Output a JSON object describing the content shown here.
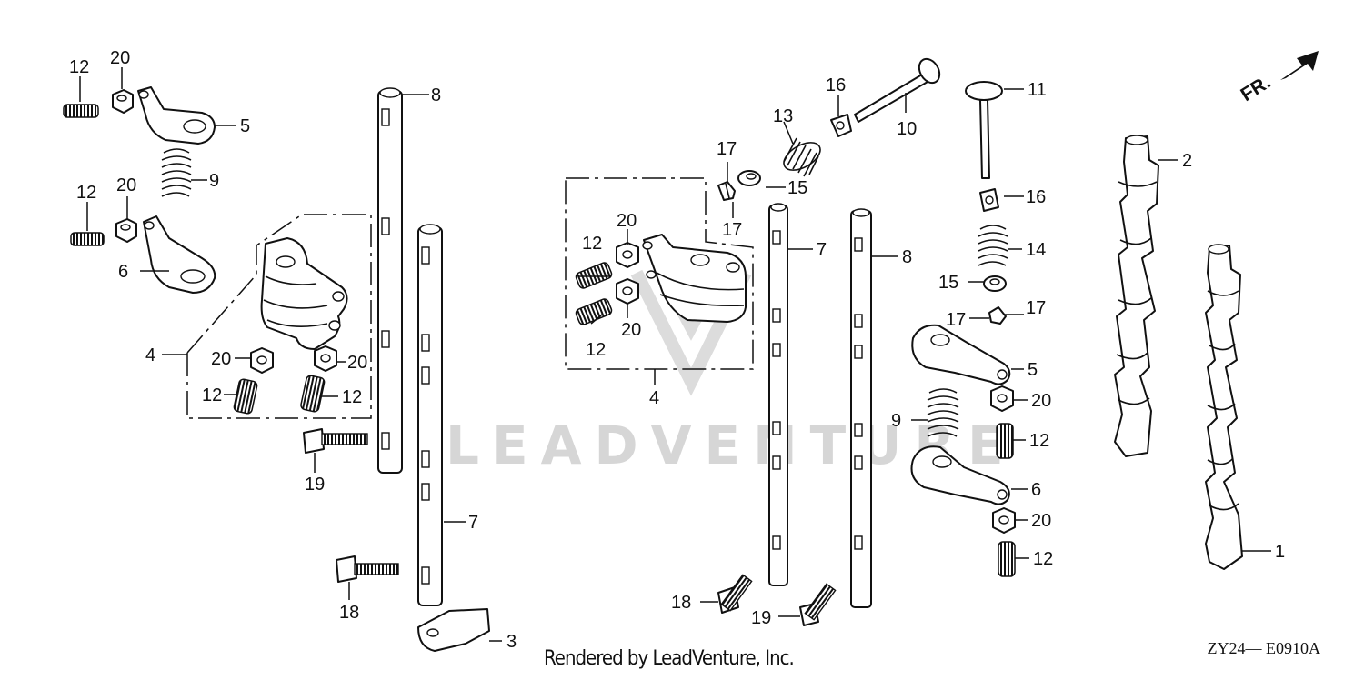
{
  "diagram": {
    "footer_text": "Rendered by LeadVenture, Inc.",
    "diagram_code": "ZY24— E0910A",
    "front_indicator": "FR.",
    "watermark": "LEADVENTURE",
    "callouts": [
      {
        "id": "l-12-a",
        "text": "12"
      },
      {
        "id": "l-20-a",
        "text": "20"
      },
      {
        "id": "l-5-a",
        "text": "5"
      },
      {
        "id": "l-9-a",
        "text": "9"
      },
      {
        "id": "l-12-b",
        "text": "12"
      },
      {
        "id": "l-20-b",
        "text": "20"
      },
      {
        "id": "l-6-a",
        "text": "6"
      },
      {
        "id": "l-4-a",
        "text": "4"
      },
      {
        "id": "l-20-c",
        "text": "20"
      },
      {
        "id": "l-20-d",
        "text": "20"
      },
      {
        "id": "l-12-c",
        "text": "12"
      },
      {
        "id": "l-12-d",
        "text": "12"
      },
      {
        "id": "l-19-a",
        "text": "19"
      },
      {
        "id": "l-18-a",
        "text": "18"
      },
      {
        "id": "l-8-a",
        "text": "8"
      },
      {
        "id": "l-7-a",
        "text": "7"
      },
      {
        "id": "l-3-a",
        "text": "3"
      },
      {
        "id": "l-20-e",
        "text": "20"
      },
      {
        "id": "l-12-e",
        "text": "12"
      },
      {
        "id": "l-20-f",
        "text": "20"
      },
      {
        "id": "l-12-f",
        "text": "12"
      },
      {
        "id": "l-4-b",
        "text": "4"
      },
      {
        "id": "l-17-a",
        "text": "17"
      },
      {
        "id": "l-17-b",
        "text": "17"
      },
      {
        "id": "l-13-a",
        "text": "13"
      },
      {
        "id": "l-15-a",
        "text": "15"
      },
      {
        "id": "l-16-a",
        "text": "16"
      },
      {
        "id": "l-10-a",
        "text": "10"
      },
      {
        "id": "l-11-a",
        "text": "11"
      },
      {
        "id": "l-7-b",
        "text": "7"
      },
      {
        "id": "l-8-b",
        "text": "8"
      },
      {
        "id": "l-18-b",
        "text": "18"
      },
      {
        "id": "l-19-b",
        "text": "19"
      },
      {
        "id": "l-16-b",
        "text": "16"
      },
      {
        "id": "l-14-a",
        "text": "14"
      },
      {
        "id": "l-15-b",
        "text": "15"
      },
      {
        "id": "l-17-c",
        "text": "17"
      },
      {
        "id": "l-17-d",
        "text": "17"
      },
      {
        "id": "l-5-b",
        "text": "5"
      },
      {
        "id": "l-20-g",
        "text": "20"
      },
      {
        "id": "l-9-b",
        "text": "9"
      },
      {
        "id": "l-12-g",
        "text": "12"
      },
      {
        "id": "l-6-b",
        "text": "6"
      },
      {
        "id": "l-20-h",
        "text": "20"
      },
      {
        "id": "l-12-h",
        "text": "12"
      },
      {
        "id": "l-2-a",
        "text": "2"
      },
      {
        "id": "l-1-a",
        "text": "1"
      }
    ]
  }
}
